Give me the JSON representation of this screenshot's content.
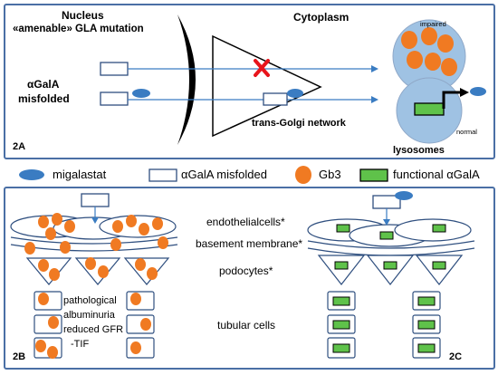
{
  "panel_a": {
    "label": "2A",
    "nucleus_line1": "Nucleus",
    "nucleus_line2": "«amenable» GLA mutation",
    "misfolded_line1": "αGalA",
    "misfolded_line2": "misfolded",
    "cytoplasm": "Cytoplasm",
    "golgi": "trans-Golgi network",
    "impaired": "impaired",
    "normal": "normal",
    "lysosomes": "lysosomes"
  },
  "legend": {
    "migalastat": "migalastat",
    "misfolded": "αGalA  misfolded",
    "gb3": "Gb3",
    "functional": "functional αGalA"
  },
  "panel_bc": {
    "label_b": "2B",
    "label_c": "2C",
    "endothelial": "endothelialcells*",
    "basement": "basement membrane*",
    "podocytes": "podocytes*",
    "tubular": "tubular cells",
    "pathology_line1": "pathological",
    "pathology_line2": "albuminuria",
    "pathology_line3": "reduced GFR",
    "pathology_line4": "-TIF"
  },
  "colors": {
    "frame": "#4a6fa5",
    "cell_outline": "#2f4f7f",
    "migalastat": "#3a7cc2",
    "gb3": "#f07a22",
    "functional": "#5fc24a",
    "lysosome": "#9fc2e3",
    "cross": "#e8141b"
  }
}
